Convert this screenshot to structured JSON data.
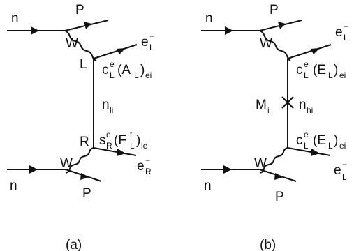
{
  "diagram_a": {
    "caption": "(a)",
    "top_vertex": {
      "in_fermion": "n",
      "out_fermion": "P",
      "boson": "W",
      "vertex_label": "L",
      "lepton_main": "e",
      "lepton_sup": "−",
      "lepton_sub": "L",
      "coupling_main": "c",
      "coupling_sup": "e",
      "coupling_sub": "L",
      "coupling_paren": "(A",
      "coupling_paren_sub": "L",
      "coupling_close": ")",
      "coupling_index": "ei"
    },
    "propagator": {
      "main": "n",
      "sub": "li"
    },
    "bottom_vertex": {
      "vertex_label": "R",
      "coupling_main": "s",
      "coupling_sup": "e",
      "coupling_sub": "R",
      "coupling_paren": "(F",
      "coupling_paren_sup": "t",
      "coupling_paren_sub": "L",
      "coupling_close": ")",
      "coupling_index": "ie",
      "lepton_main": "e",
      "lepton_sup": "−",
      "lepton_sub": "R",
      "boson": "W",
      "in_fermion": "n",
      "out_fermion": "P"
    }
  },
  "diagram_b": {
    "caption": "(b)",
    "top_vertex": {
      "in_fermion": "n",
      "out_fermion": "P",
      "boson": "W",
      "lepton_main": "e",
      "lepton_sup": "−",
      "lepton_sub": "L",
      "coupling_main": "c",
      "coupling_sup": "e",
      "coupling_sub": "L",
      "coupling_paren": "(E",
      "coupling_paren_sub": "L",
      "coupling_close": ")",
      "coupling_index": "ei"
    },
    "mass_insertion": {
      "main": "M",
      "sub": "i"
    },
    "propagator": {
      "main": "n",
      "sub": "hi"
    },
    "bottom_vertex": {
      "coupling_main": "c",
      "coupling_sup": "e",
      "coupling_sub": "L",
      "coupling_paren": "(E",
      "coupling_paren_sub": "L",
      "coupling_close": ")",
      "coupling_index": "ei",
      "lepton_main": "e",
      "lepton_sup": "−",
      "lepton_sub": "L",
      "boson": "W",
      "in_fermion": "n",
      "out_fermion": "P"
    }
  }
}
